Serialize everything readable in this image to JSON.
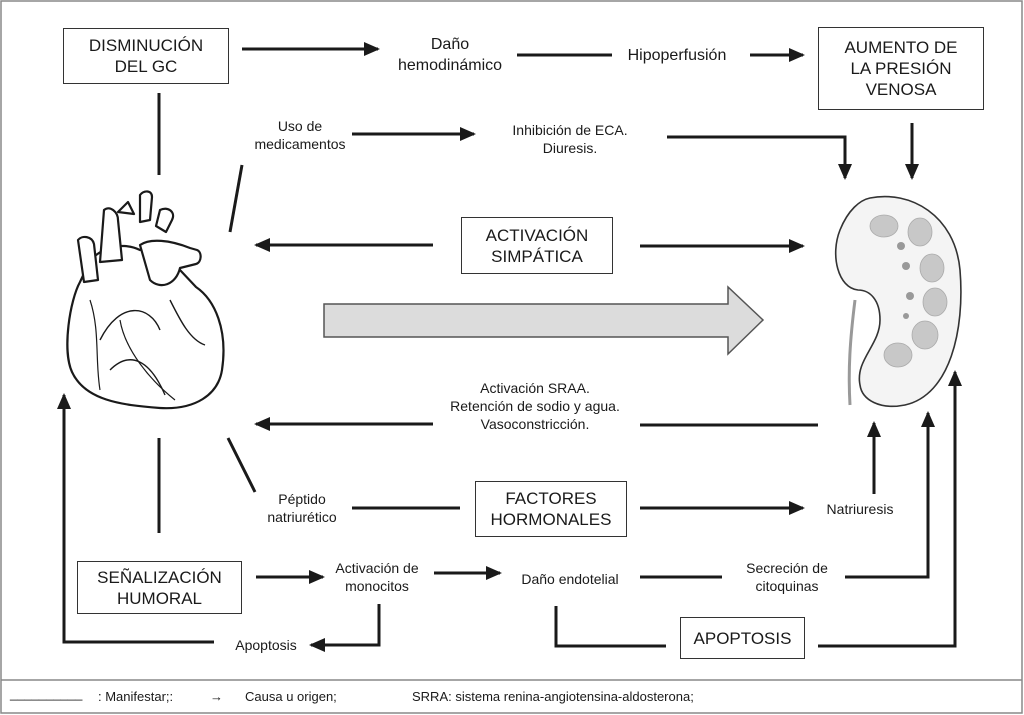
{
  "boxes": {
    "disminucion_gc": "DISMINUCIÓN\nDEL GC",
    "aumento_presion": "AUMENTO DE\nLA PRESIÓN\nVENOSA",
    "activacion_simpatica": "ACTIVACIÓN\nSIMPÁTICA",
    "factores_hormonales": "FACTORES\nHORMONALES",
    "senalizacion_humoral": "SEÑALIZACIÓN\nHUMORAL",
    "apoptosis_box": "APOPTOSIS"
  },
  "labels": {
    "dano_hemodinamico": "Daño\nhemodinámico",
    "hipoperfusion": "Hipoperfusión",
    "uso_medicamentos": "Uso de\nmedicamentos",
    "inhibicion_eca": "Inhibición de ECA.\nDiuresis.",
    "activacion_sraa": "Activación SRAA.\nRetención de sodio y agua.\nVasoconstricción.",
    "peptido": "Péptido\nnatriurético",
    "natriuresis": "Natriuresis",
    "activacion_monocitos": "Activación de\nmonocitos",
    "dano_endotelial": "Daño endotelial",
    "secrecion_citoquinas": "Secreción de\ncitoquinas",
    "apoptosis_label": "Apoptosis"
  },
  "illustrations": {
    "heart": "heart-illustration",
    "kidney": "kidney-illustration"
  },
  "legend": {
    "line_key": "__________",
    "line_meaning": ": Manifestar;:",
    "arrow_meaning": "Causa u origen;",
    "abbrev": "SRRA: sistema renina-angiotensina-aldosterona;"
  },
  "colors": {
    "line": "#1a1a1a",
    "big_arrow_fill": "#dcdcdc"
  }
}
